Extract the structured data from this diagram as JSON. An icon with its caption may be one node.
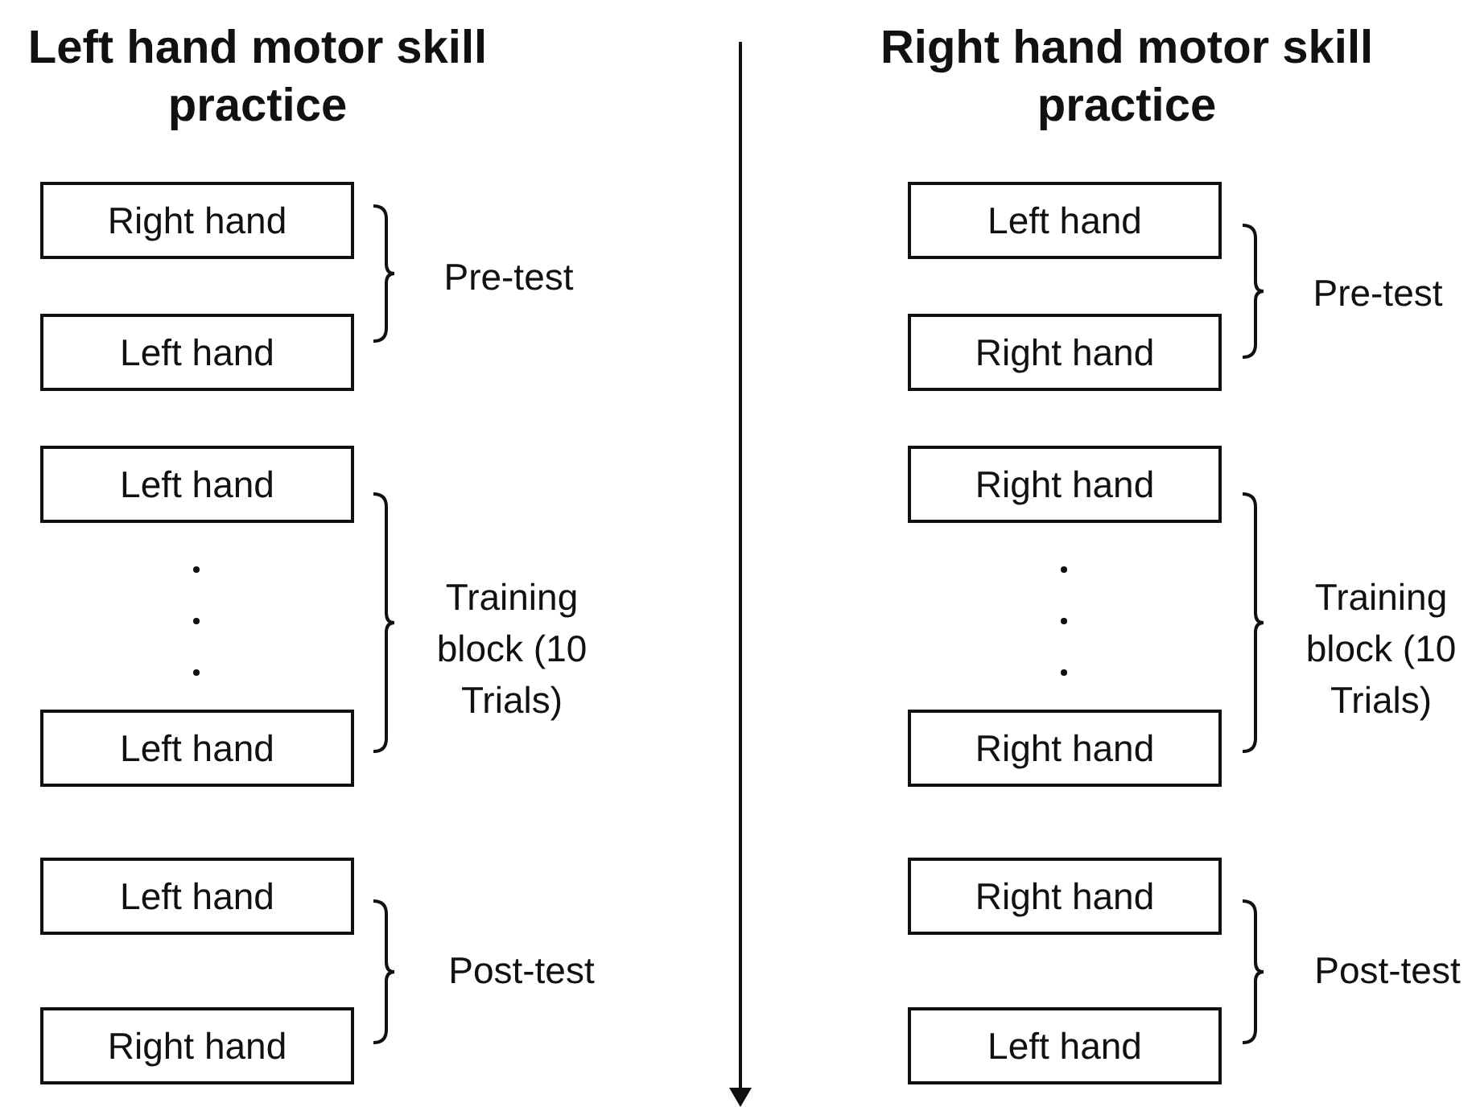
{
  "diagram": {
    "nodes": [
      {
        "text": [
          "Right hand"
        ]
      },
      {
        "text": [
          "Left hand"
        ]
      },
      {
        "text": [
          "Left hand"
        ]
      },
      {
        "text": [
          "Left hand"
        ]
      },
      {
        "text": [
          "Left hand"
        ]
      },
      {
        "text": [
          "Right hand"
        ]
      },
      {
        "text": [
          "Left hand"
        ]
      },
      {
        "text": [
          "Right hand"
        ]
      },
      {
        "text": [
          "Right hand"
        ]
      },
      {
        "text": [
          "Right hand"
        ]
      },
      {
        "text": [
          "Right hand"
        ]
      },
      {
        "text": [
          "Left hand"
        ]
      }
    ],
    "edges": [],
    "labels": [
      "Left hand motor skill practice",
      "Right hand motor skill practice",
      "Pre-test",
      "Training block (10 Trials)",
      "Post-test",
      "Pre-test",
      "Training block (10 Trials)",
      "Post-test"
    ]
  }
}
